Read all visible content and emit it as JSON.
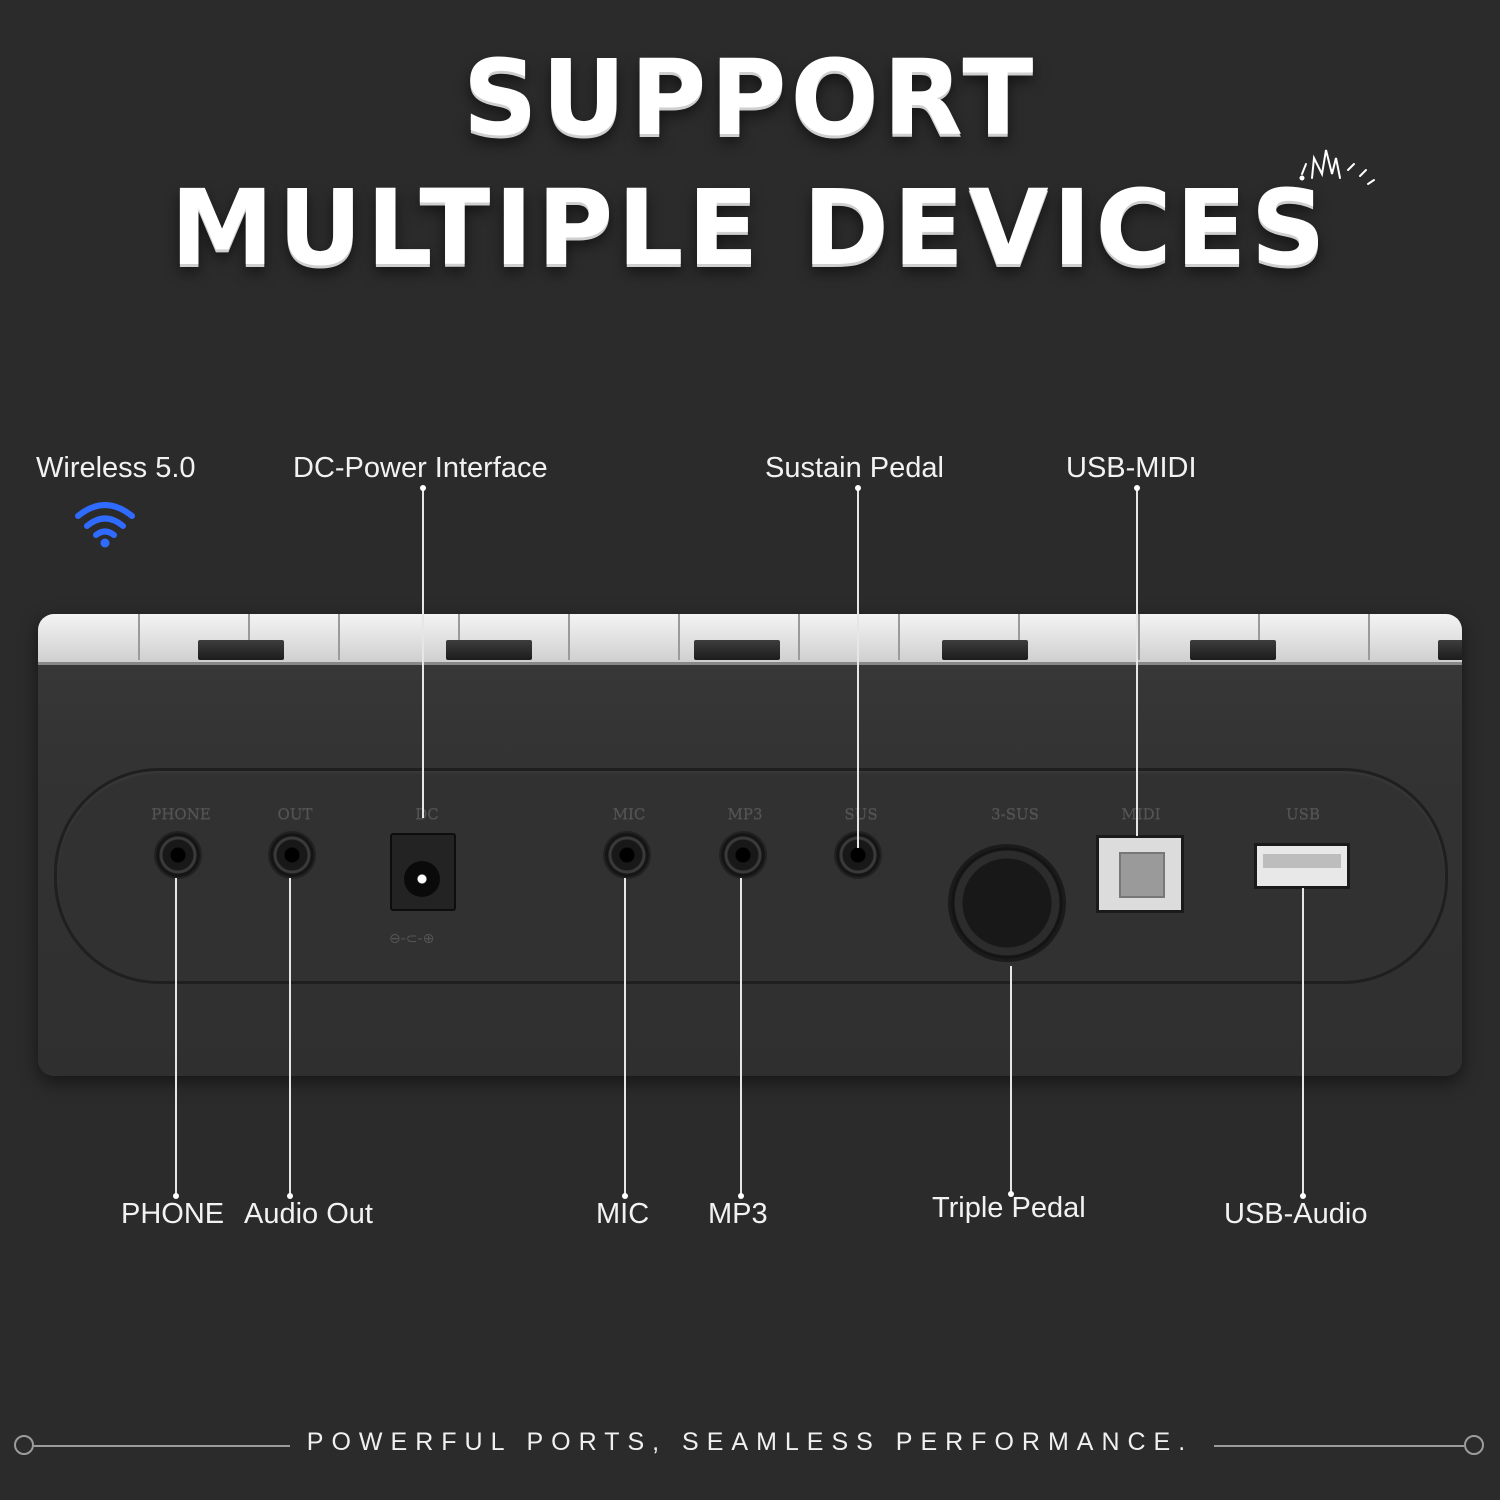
{
  "heading": {
    "line1": "SUPPORT",
    "line2": "MULTIPLE DEVICES"
  },
  "top_labels": {
    "wireless": "Wireless 5.0",
    "dc_power": "DC-Power Interface",
    "sustain": "Sustain Pedal",
    "usb_midi": "USB-MIDI"
  },
  "bottom_labels": {
    "phone": "PHONE",
    "audio_out": "Audio Out",
    "mic": "MIC",
    "mp3": "MP3",
    "triple_pedal": "Triple Pedal",
    "usb_audio": "USB-Audio"
  },
  "port_markings": {
    "phone": "PHONE",
    "out": "OUT",
    "dc": "DC",
    "mic": "MIC",
    "mp3": "MP3",
    "sus": "SUS",
    "three_sus": "3-SUS",
    "midi": "MIDI",
    "usb": "USB",
    "dc_polarity": "⊖-⊂-⊕"
  },
  "footer": {
    "tagline": "POWERFUL PORTS, SEAMLESS PERFORMANCE."
  },
  "colors": {
    "background": "#2b2b2b",
    "wifi": "#2f6bff",
    "text": "#ffffff"
  },
  "icons": {
    "wireless": "wifi-icon",
    "accent": "sparkle-icon"
  }
}
